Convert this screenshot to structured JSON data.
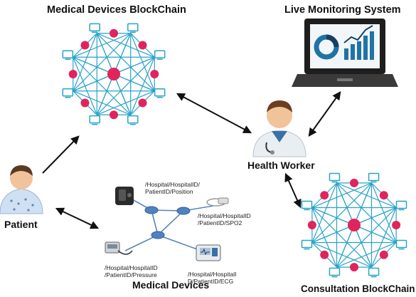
{
  "titles": {
    "medical_blockchain": "Medical Devices BlockChain",
    "live_monitoring": "Live Monitoring System",
    "health_worker": "Health Worker",
    "patient": "Patient",
    "medical_devices": "Medical Devices",
    "consultation_blockchain": "Consultation BlockChain"
  },
  "device_paths": {
    "position": [
      "/Hospital/HospitalID/",
      "PatientID/Position"
    ],
    "spo2": [
      "/Hospital/HospitalID",
      "/PatientID/SPO2"
    ],
    "pressure": [
      "/Hospital/HospitalID",
      "/PatientID/Pressure"
    ],
    "ecg": [
      "/Hospital/HospitalI",
      "D/PatientID/ECG"
    ]
  },
  "colors": {
    "mesh_line": "#29a3c9",
    "node": "#e0245e",
    "arrow": "#111111",
    "monitor_chart": "#1f73a6"
  }
}
